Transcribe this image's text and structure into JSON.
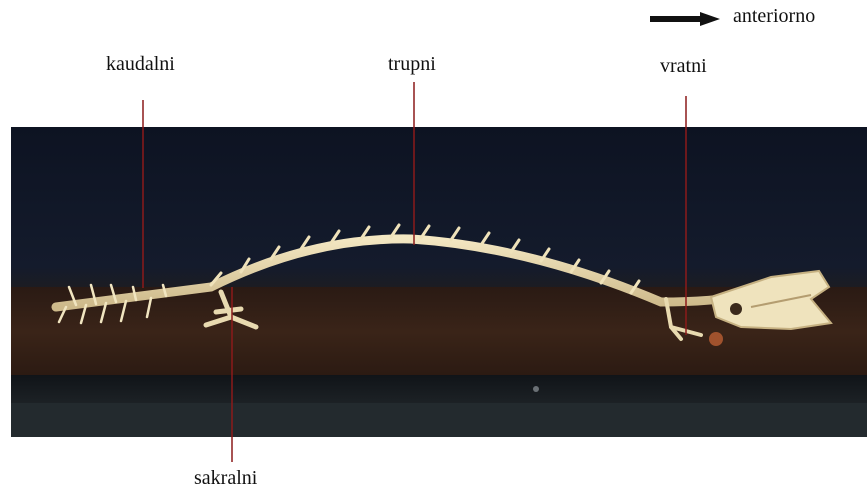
{
  "figure": {
    "direction_label": "anteriorno",
    "labels": {
      "kaudalni": "kaudalni",
      "trupni": "trupni",
      "vratni": "vratni",
      "sakralni": "sakralni"
    },
    "leader_line_color": "#8b1a1a",
    "icons": {
      "direction_arrow": "arrow-right-icon"
    }
  }
}
